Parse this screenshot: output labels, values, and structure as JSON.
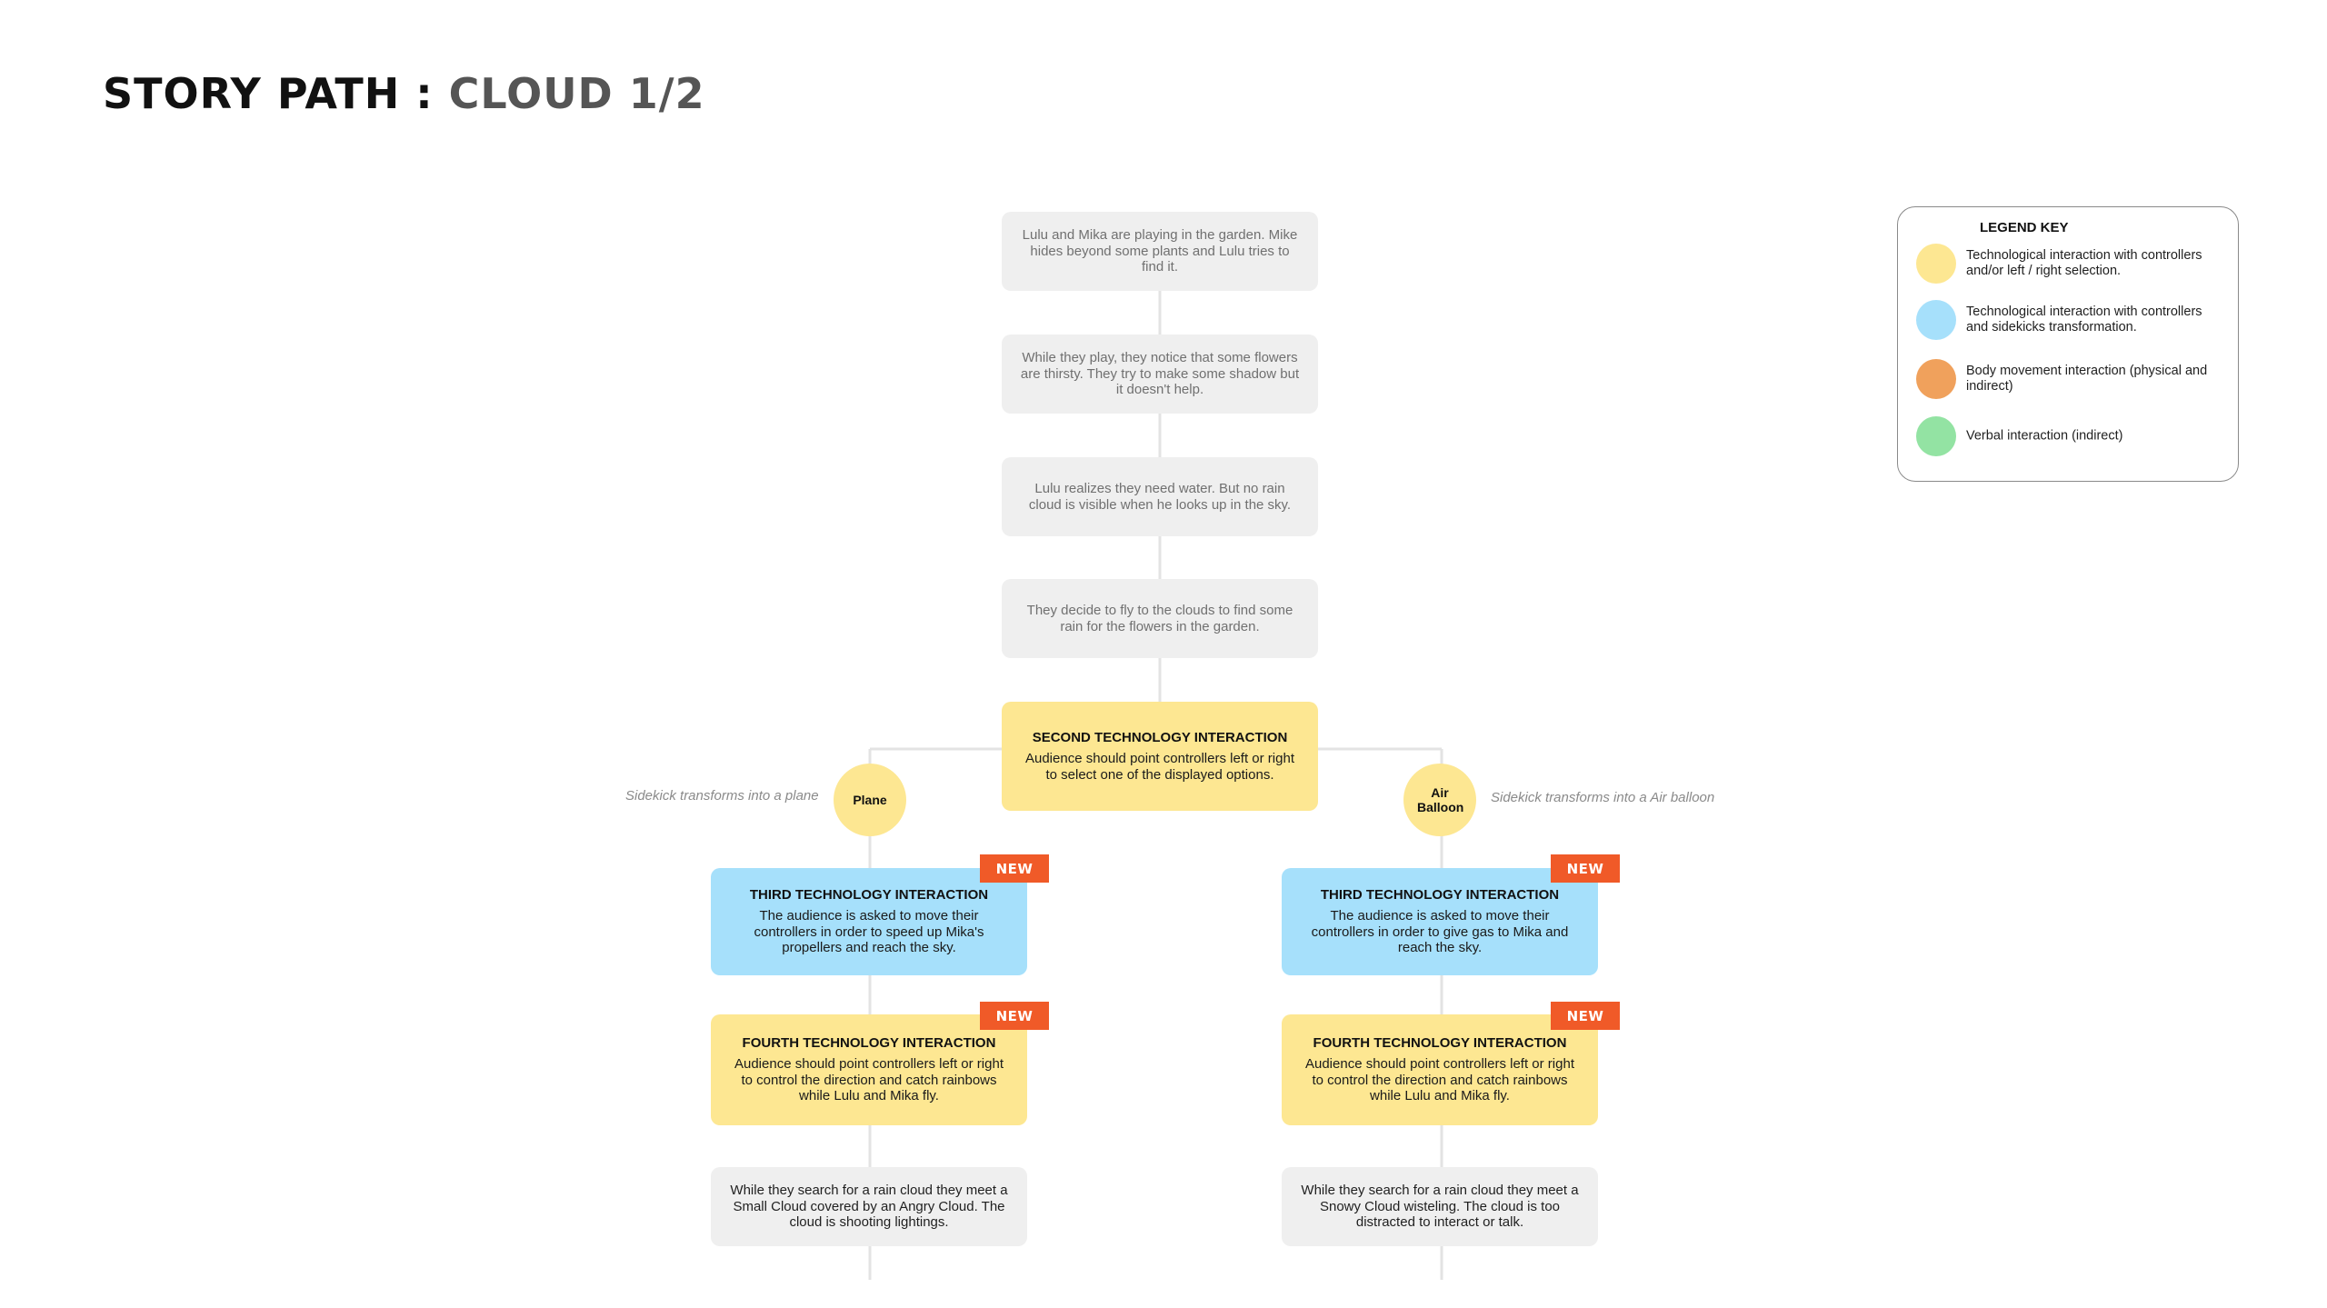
{
  "header": {
    "title_main": "STORY PATH : ",
    "title_sub": "CLOUD 1/2"
  },
  "colors": {
    "gray_box": "#efefef",
    "yellow": "#fde792",
    "blue": "#a6e0fb",
    "orange": "#f0a15c",
    "green": "#93e3a3",
    "badge": "#f05a28",
    "connector": "#e3e3e3"
  },
  "diagram": {
    "main_path": [
      "Lulu and Mika are playing in the garden. Mike hides beyond some plants and Lulu tries to find it.",
      "While they play, they notice that some flowers are thirsty. They try to make some shadow but it doesn't help.",
      "Lulu realizes they need water. But no rain cloud is visible when he looks up in the sky.",
      "They decide to fly to the clouds to find some rain for the flowers in the garden."
    ],
    "second_tech": {
      "heading": "SECOND TECHNOLOGY INTERACTION",
      "text": "Audience should point controllers left or right to select one of the displayed options."
    },
    "left_branch": {
      "option": "Plane",
      "note": "Sidekick transforms into a plane",
      "third": {
        "heading": "THIRD TECHNOLOGY INTERACTION",
        "text": "The audience is asked to move their controllers in order to speed up Mika's propellers and reach the sky.",
        "badge": "NEW"
      },
      "fourth": {
        "heading": "FOURTH TECHNOLOGY INTERACTION",
        "text": "Audience should point controllers left or right to control the direction and catch rainbows while Lulu and Mika fly.",
        "badge": "NEW"
      },
      "outcome": "While they search for a rain cloud they meet a Small Cloud covered by an Angry Cloud. The cloud is shooting lightings."
    },
    "right_branch": {
      "option": "Air Balloon",
      "note": "Sidekick transforms into a Air balloon",
      "third": {
        "heading": "THIRD TECHNOLOGY INTERACTION",
        "text": "The audience is asked to move their controllers in order to give gas to Mika and reach the sky.",
        "badge": "NEW"
      },
      "fourth": {
        "heading": "FOURTH TECHNOLOGY INTERACTION",
        "text": "Audience should point controllers left or right to control the direction and catch rainbows while Lulu and Mika fly.",
        "badge": "NEW"
      },
      "outcome": "While they search for a rain cloud they meet a Snowy Cloud wisteling. The cloud is too distracted to interact or talk."
    }
  },
  "legend": {
    "title": "LEGEND KEY",
    "items": [
      {
        "color": "#fde792",
        "label": "Technological interaction with controllers and/or left / right selection."
      },
      {
        "color": "#a6e0fb",
        "label": "Technological interaction with controllers and sidekicks transformation."
      },
      {
        "color": "#f0a15c",
        "label": "Body movement interaction (physical and indirect)"
      },
      {
        "color": "#93e3a3",
        "label": "Verbal interaction (indirect)"
      }
    ]
  }
}
